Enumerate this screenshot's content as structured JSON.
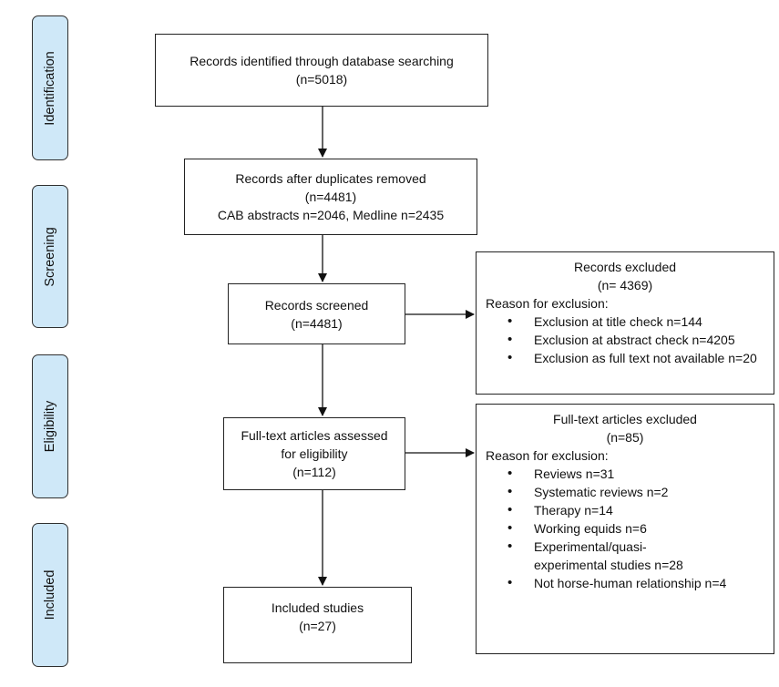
{
  "phases": {
    "identification": "Identification",
    "screening": "Screening",
    "eligibility": "Eligibility",
    "included": "Included"
  },
  "boxes": {
    "identified": {
      "lines": [
        "Records identified through database searching",
        "(n=5018)"
      ]
    },
    "deduplicated": {
      "lines": [
        "Records after duplicates removed",
        "(n=4481)",
        "CAB abstracts n=2046, Medline n=2435"
      ]
    },
    "screened": {
      "lines": [
        "Records screened",
        "(n=4481)"
      ]
    },
    "fulltext": {
      "lines": [
        "Full-text articles assessed",
        "for eligibility",
        "(n=112)"
      ]
    },
    "included": {
      "lines": [
        "Included studies",
        "(n=27)"
      ]
    }
  },
  "records_excluded": {
    "title": "Records excluded",
    "count": "(n= 4369)",
    "reason_label": "Reason for exclusion:",
    "reasons": [
      "Exclusion at title check n=144",
      "Exclusion at abstract check n=4205",
      "Exclusion as full text not available n=20"
    ]
  },
  "fulltext_excluded": {
    "title": "Full-text articles excluded",
    "count": "(n=85)",
    "reason_label": "Reason for exclusion:",
    "reasons": [
      "Reviews n=31",
      "Systematic reviews n=2",
      "Therapy n=14",
      "Working equids n=6",
      "Experimental/quasi-experimental studies n=28",
      "Not horse-human relationship n=4"
    ]
  }
}
